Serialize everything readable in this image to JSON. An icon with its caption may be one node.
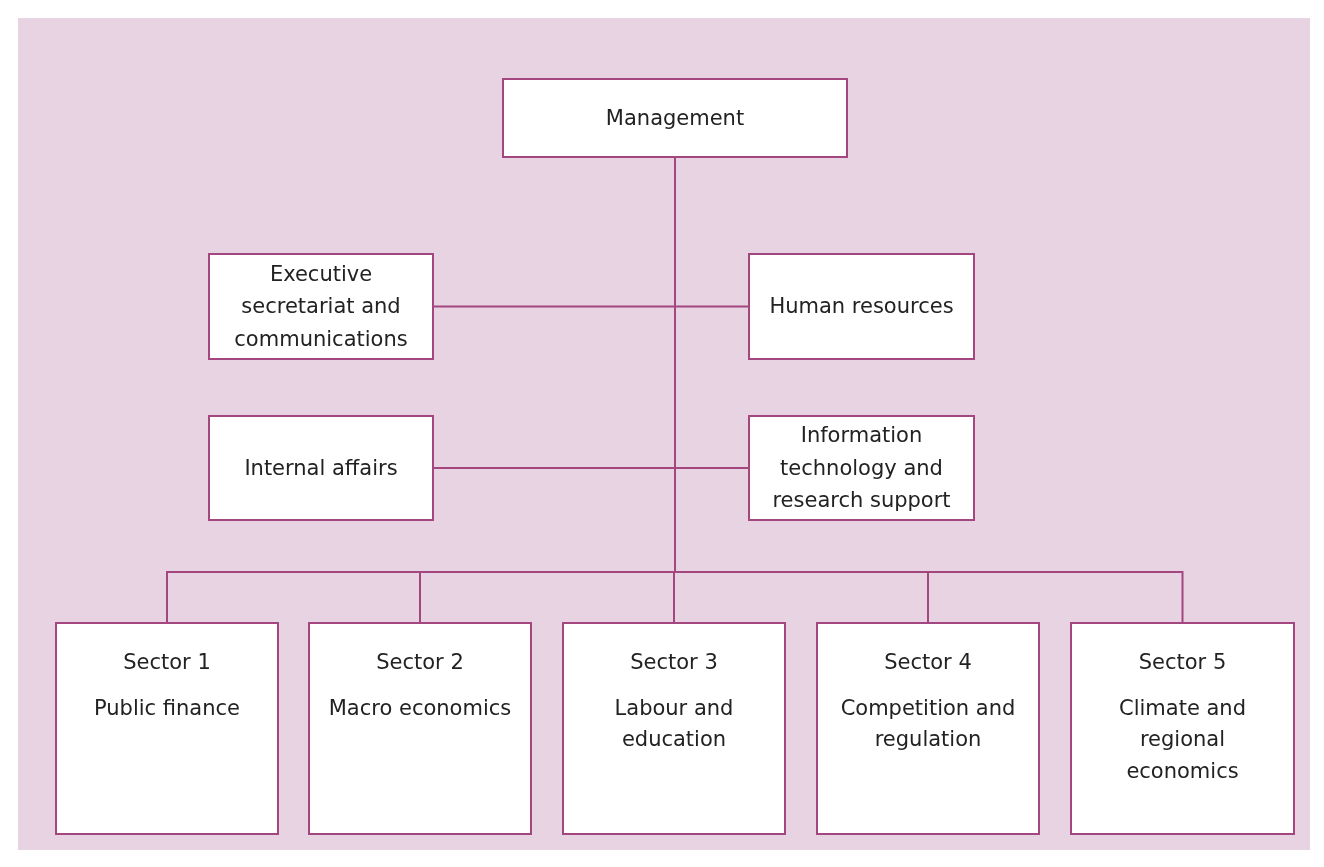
{
  "diagram": {
    "nodes": [
      {
        "text": [
          "Management"
        ]
      },
      {
        "text": [
          "Executive secretariat and communications"
        ]
      },
      {
        "text": [
          "Human resources"
        ]
      },
      {
        "text": [
          "Internal affairs"
        ]
      },
      {
        "text": [
          "Information technology and research support"
        ]
      },
      {
        "text": [
          "Sector 1",
          "Public finance"
        ]
      },
      {
        "text": [
          "Sector 2",
          "Macro economics"
        ]
      },
      {
        "text": [
          "Sector 3",
          "Labour and education"
        ]
      },
      {
        "text": [
          "Sector 4",
          "Competition and regulation"
        ]
      },
      {
        "text": [
          "Sector 5",
          "Climate and regional economics"
        ]
      }
    ],
    "edges": [
      {
        "from": 0,
        "to": 1,
        "arrow": "none"
      },
      {
        "from": 0,
        "to": 2,
        "arrow": "none"
      },
      {
        "from": 0,
        "to": 3,
        "arrow": "none"
      },
      {
        "from": 0,
        "to": 4,
        "arrow": "none"
      },
      {
        "from": 0,
        "to": 5,
        "arrow": "none"
      },
      {
        "from": 0,
        "to": 6,
        "arrow": "none"
      },
      {
        "from": 0,
        "to": 7,
        "arrow": "none"
      },
      {
        "from": 0,
        "to": 8,
        "arrow": "none"
      },
      {
        "from": 0,
        "to": 9,
        "arrow": "none"
      }
    ]
  }
}
